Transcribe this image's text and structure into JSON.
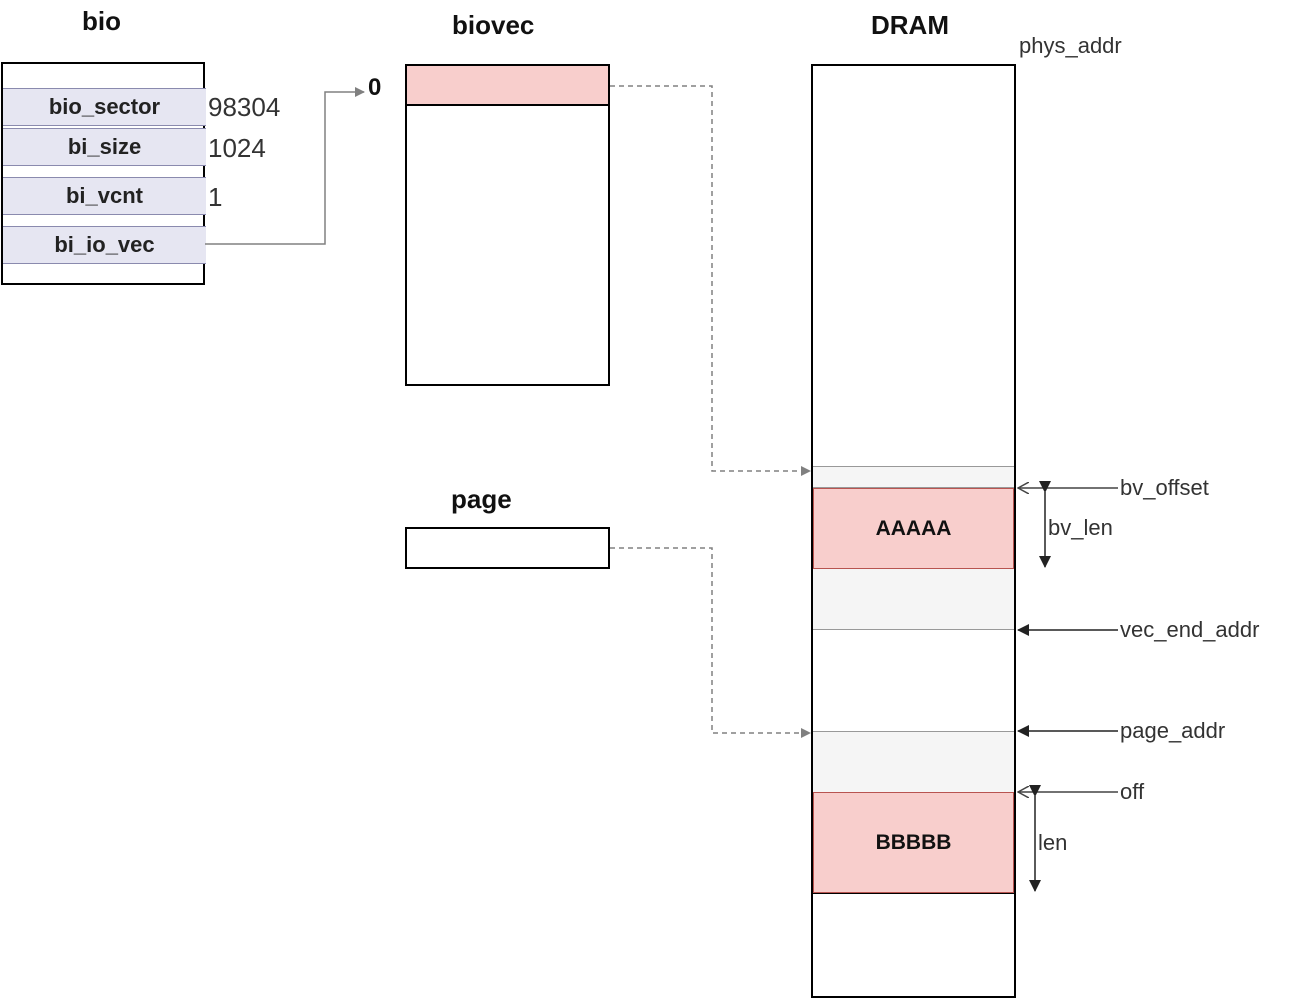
{
  "bio": {
    "title": "bio",
    "fields": [
      {
        "name": "bio_sector",
        "value": "98304"
      },
      {
        "name": "bi_size",
        "value": "1024"
      },
      {
        "name": "bi_vcnt",
        "value": "1"
      },
      {
        "name": "bi_io_vec",
        "value": ""
      }
    ]
  },
  "biovec": {
    "title": "biovec",
    "index_label": "0"
  },
  "page": {
    "title": "page"
  },
  "dram": {
    "title": "DRAM",
    "phys_addr_label": "phys_addr",
    "block_a": "AAAAA",
    "block_b": "BBBBB"
  },
  "annotations": {
    "bv_offset": "bv_offset",
    "bv_len": "bv_len",
    "vec_end_addr": "vec_end_addr",
    "page_addr": "page_addr",
    "off": "off",
    "len": "len"
  },
  "colors": {
    "field_fill": "#e6e6f2",
    "highlight_fill": "#f8cecc",
    "highlight_border": "#b85450",
    "gray_fill": "#f5f5f5",
    "connector_gray": "#808080"
  }
}
